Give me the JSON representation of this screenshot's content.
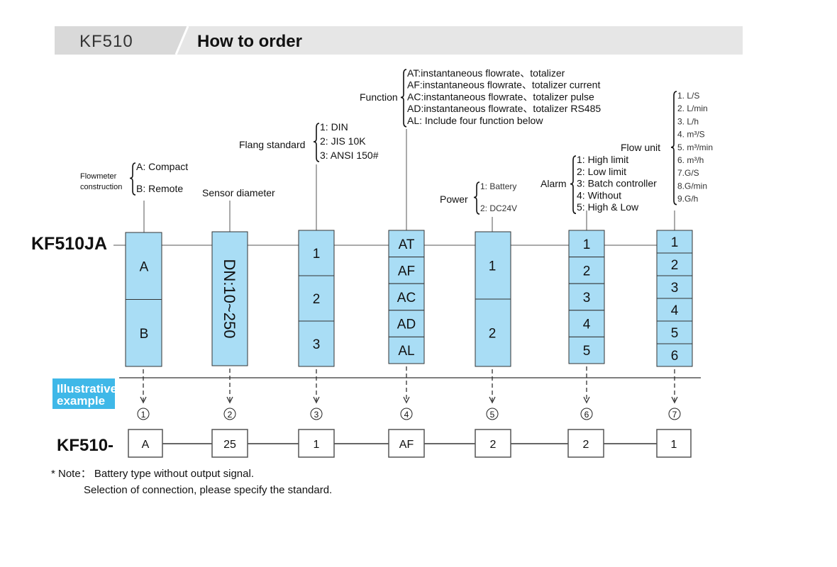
{
  "header": {
    "model": "KF510",
    "title": "How to order",
    "bg_color": "#e6e6e6"
  },
  "model_code": "KF510JA",
  "colors": {
    "box_fill": "#a9ddf5",
    "box_stroke": "#333333",
    "illustrative_bg": "#3fb8e8"
  },
  "columns": [
    {
      "label_lines": [
        "Flowmeter",
        "construction"
      ],
      "options": [
        "A: Compact",
        "B: Remote"
      ],
      "codes": [
        "A",
        "B"
      ],
      "marker": "①",
      "example": "A"
    },
    {
      "label_lines": [
        "Sensor diameter"
      ],
      "options": [],
      "codes": [
        "DN:10~250"
      ],
      "marker": "②",
      "example": "25"
    },
    {
      "label_lines": [
        "Flang standard"
      ],
      "options": [
        "1: DIN",
        "2: JIS 10K",
        "3: ANSI 150#"
      ],
      "codes": [
        "1",
        "2",
        "3"
      ],
      "marker": "③",
      "example": "1"
    },
    {
      "label_lines": [
        "Function"
      ],
      "options": [
        "AT:instantaneous flowrate、totalizer",
        "AF:instantaneous flowrate、totalizer  current",
        "AC:instantaneous flowrate、totalizer  pulse",
        "AD:instantaneous flowrate、totalizer  RS485",
        "AL: Include four function below"
      ],
      "codes": [
        "AT",
        "AF",
        "AC",
        "AD",
        "AL"
      ],
      "marker": "④",
      "example": "AF"
    },
    {
      "label_lines": [
        "Power"
      ],
      "options": [
        "1: Battery",
        "2: DC24V"
      ],
      "codes": [
        "1",
        "2"
      ],
      "marker": "⑤",
      "example": "2"
    },
    {
      "label_lines": [
        "Alarm"
      ],
      "options": [
        "1: High limit",
        "2: Low limit",
        "3: Batch controller",
        "4: Without",
        "5: High & Low"
      ],
      "codes": [
        "1",
        "2",
        "3",
        "4",
        "5"
      ],
      "marker": "⑥",
      "example": "2"
    },
    {
      "label_lines": [
        "Flow unit"
      ],
      "options": [
        "1. L/S",
        "2. L/min",
        "3. L/h",
        "4. m³/S",
        "5. m³/min",
        "6. m³/h",
        "7.G/S",
        "8.G/min",
        "9.G/h"
      ],
      "codes": [
        "1",
        "2",
        "3",
        "4",
        "5",
        "6"
      ],
      "marker": "⑦",
      "example": "1"
    }
  ],
  "illustrative_label": [
    "Illustrative",
    "example"
  ],
  "example_prefix": "KF510-",
  "notes": [
    "* Note：  Battery type without output signal.",
    "Selection of connection, please specify the standard."
  ]
}
